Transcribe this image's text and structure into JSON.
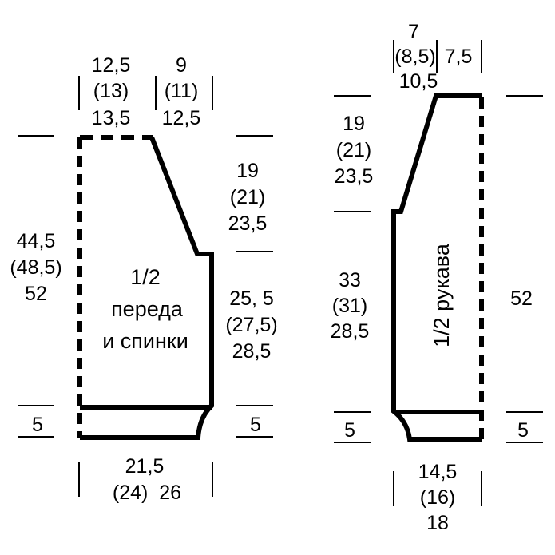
{
  "diagram": {
    "type": "knitting-schematic",
    "colors": {
      "ink": "#000000",
      "background": "#ffffff"
    },
    "pieces": [
      {
        "id": "body",
        "label_lines": [
          "1/2",
          "переда",
          "и спинки"
        ],
        "top": {
          "left_segment": [
            "12,5",
            "(13)",
            "13,5"
          ],
          "right_segment": [
            "9",
            "(11)",
            "12,5"
          ]
        },
        "left_height": [
          "44,5",
          "(48,5)",
          "52"
        ],
        "right_upper": [
          "19",
          "(21)",
          "23,5"
        ],
        "right_lower": [
          "25, 5",
          "(27,5)",
          "28,5"
        ],
        "rib_left": "5",
        "rib_right": "5",
        "bottom_width": [
          "21,5",
          "(24)  26"
        ]
      },
      {
        "id": "sleeve",
        "label": "1/2 рукава",
        "top": {
          "left_segment": [
            "7",
            "(8,5)",
            "10,5"
          ],
          "right_segment": [
            "7,5"
          ]
        },
        "left_upper": [
          "19",
          "(21)",
          "23,5"
        ],
        "left_lower": [
          "33",
          "(31)",
          "28,5"
        ],
        "right_total": "52",
        "rib_left": "5",
        "rib_right": "5",
        "bottom_width": [
          "14,5",
          "(16)",
          "18"
        ]
      }
    ]
  }
}
